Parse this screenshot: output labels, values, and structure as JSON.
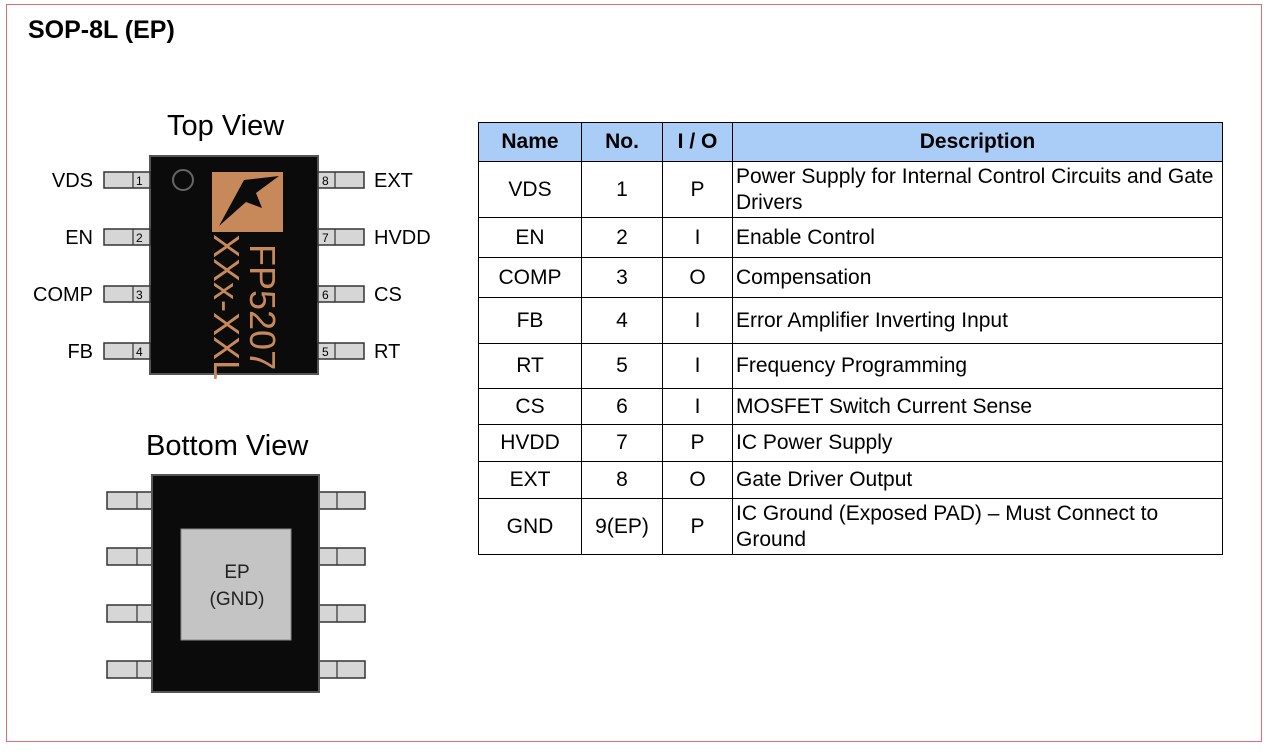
{
  "package_title": "SOP-8L (EP)",
  "top_view": {
    "title": "Top View",
    "marking_line1": "FP5207",
    "marking_line2": "XXx-XXL",
    "left_pins": [
      {
        "label": "VDS",
        "num": "1"
      },
      {
        "label": "EN",
        "num": "2"
      },
      {
        "label": "COMP",
        "num": "3"
      },
      {
        "label": "FB",
        "num": "4"
      }
    ],
    "right_pins": [
      {
        "label": "EXT",
        "num": "8"
      },
      {
        "label": "HVDD",
        "num": "7"
      },
      {
        "label": "CS",
        "num": "6"
      },
      {
        "label": "RT",
        "num": "5"
      }
    ]
  },
  "bottom_view": {
    "title": "Bottom View",
    "pad_line1": "EP",
    "pad_line2": "(GND)"
  },
  "table": {
    "headers": [
      "Name",
      "No.",
      "I / O",
      "Description"
    ],
    "rows": [
      {
        "name": "VDS",
        "no": "1",
        "io": "P",
        "desc": "Power Supply for Internal Control Circuits and Gate Drivers"
      },
      {
        "name": "EN",
        "no": "2",
        "io": "I",
        "desc": "Enable Control"
      },
      {
        "name": "COMP",
        "no": "3",
        "io": "O",
        "desc": "Compensation"
      },
      {
        "name": "FB",
        "no": "4",
        "io": "I",
        "desc": "Error Amplifier Inverting Input"
      },
      {
        "name": "RT",
        "no": "5",
        "io": "I",
        "desc": "Frequency Programming"
      },
      {
        "name": "CS",
        "no": "6",
        "io": "I",
        "desc": "MOSFET Switch Current Sense"
      },
      {
        "name": "HVDD",
        "no": "7",
        "io": "P",
        "desc": "IC Power Supply"
      },
      {
        "name": "EXT",
        "no": "8",
        "io": "O",
        "desc": "Gate Driver Output"
      },
      {
        "name": "GND",
        "no": "9(EP)",
        "io": "P",
        "desc": "IC Ground (Exposed PAD) – Must Connect to Ground"
      }
    ]
  },
  "colors": {
    "header_bg": "#a9cdf6",
    "frame_border": "#e06c74",
    "chip_body": "#0b0b0b",
    "logo": "#c8895a",
    "pin": "#d6d6d6",
    "pad": "#c4c4c4"
  }
}
